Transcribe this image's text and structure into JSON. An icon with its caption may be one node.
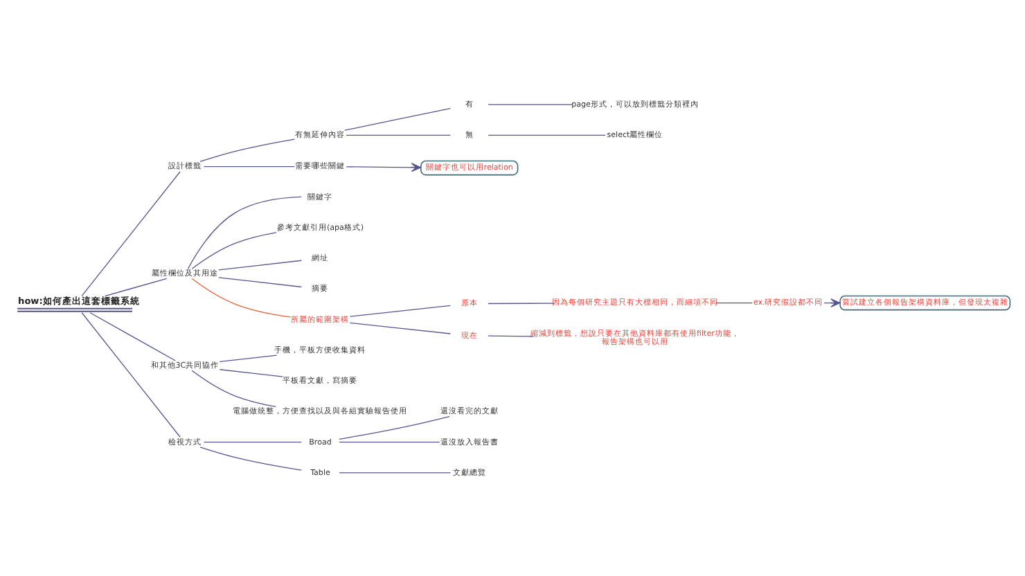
{
  "diagram": {
    "nodes": [
      {
        "text": [
          "設計標籤"
        ]
      },
      {
        "text": [
          "有無延伸內容"
        ]
      },
      {
        "text": [
          "有"
        ]
      },
      {
        "text": [
          "page形式，可以放到標籤分類裡內"
        ]
      },
      {
        "text": [
          "無"
        ]
      },
      {
        "text": [
          "select屬性欄位"
        ]
      },
      {
        "text": [
          "需要哪些關鍵"
        ]
      },
      {
        "text": [
          "關鍵字也可以用relation"
        ]
      },
      {
        "text": [
          "屬性欄位及其用途"
        ]
      },
      {
        "text": [
          "關鍵字"
        ]
      },
      {
        "text": [
          "參考文獻引用(apa格式)"
        ]
      },
      {
        "text": [
          "網址"
        ]
      },
      {
        "text": [
          "摘要"
        ]
      },
      {
        "text": [
          "所屬的範圍架構"
        ]
      },
      {
        "text": [
          "原本"
        ]
      },
      {
        "text": [
          "因為每個研究主題只有大標相同，而細項不同"
        ]
      },
      {
        "text": [
          "ex.研究假設都不同"
        ]
      },
      {
        "text": [
          "嘗試建立各個報告架構資料庫，但發現太複雜"
        ]
      },
      {
        "text": [
          "現在"
        ]
      },
      {
        "text": [
          "縮減到標籤，想說只要在其他資料庫都有使用filter功能，報告架構也可以用"
        ]
      },
      {
        "text": [
          "和其他3C共同協作"
        ]
      },
      {
        "text": [
          "手機，平板方便收集資料"
        ]
      },
      {
        "text": [
          "平板看文獻，寫摘要"
        ]
      },
      {
        "text": [
          "電腦做統整，方便查找以及與各組實驗報告使用"
        ]
      },
      {
        "text": [
          "檢視方式"
        ]
      },
      {
        "text": [
          "Broad"
        ]
      },
      {
        "text": [
          "還沒看完的文獻"
        ]
      },
      {
        "text": [
          "還沒放入報告書"
        ]
      },
      {
        "text": [
          "Table"
        ]
      },
      {
        "text": [
          "文獻總覽"
        ]
      },
      {
        "text": [
          "how:如何產出這套標籤系統"
        ]
      }
    ],
    "edges": [
      {
        "from": 30,
        "to": 0,
        "arrow": "none"
      },
      {
        "from": 0,
        "to": 1,
        "arrow": "none"
      },
      {
        "from": 1,
        "to": 2,
        "arrow": "none"
      },
      {
        "from": 2,
        "to": 3,
        "arrow": "none"
      },
      {
        "from": 1,
        "to": 4,
        "arrow": "none"
      },
      {
        "from": 4,
        "to": 5,
        "arrow": "none"
      },
      {
        "from": 0,
        "to": 6,
        "arrow": "none"
      },
      {
        "from": 6,
        "to": 7,
        "arrow": "to"
      },
      {
        "from": 30,
        "to": 8,
        "arrow": "none"
      },
      {
        "from": 8,
        "to": 9,
        "arrow": "none"
      },
      {
        "from": 8,
        "to": 10,
        "arrow": "none"
      },
      {
        "from": 8,
        "to": 11,
        "arrow": "none"
      },
      {
        "from": 8,
        "to": 12,
        "arrow": "none"
      },
      {
        "from": 8,
        "to": 13,
        "arrow": "none",
        "color": "#e8603c"
      },
      {
        "from": 13,
        "to": 14,
        "arrow": "none"
      },
      {
        "from": 14,
        "to": 15,
        "arrow": "none"
      },
      {
        "from": 15,
        "to": 16,
        "arrow": "none"
      },
      {
        "from": 16,
        "to": 17,
        "arrow": "to"
      },
      {
        "from": 13,
        "to": 18,
        "arrow": "none"
      },
      {
        "from": 18,
        "to": 19,
        "arrow": "none"
      },
      {
        "from": 30,
        "to": 20,
        "arrow": "none"
      },
      {
        "from": 20,
        "to": 21,
        "arrow": "none"
      },
      {
        "from": 20,
        "to": 22,
        "arrow": "none"
      },
      {
        "from": 20,
        "to": 23,
        "arrow": "none"
      },
      {
        "from": 30,
        "to": 24,
        "arrow": "none"
      },
      {
        "from": 24,
        "to": 25,
        "arrow": "none"
      },
      {
        "from": 25,
        "to": 26,
        "arrow": "none"
      },
      {
        "from": 25,
        "to": 27,
        "arrow": "none"
      },
      {
        "from": 24,
        "to": 28,
        "arrow": "none"
      },
      {
        "from": 28,
        "to": 29,
        "arrow": "none"
      }
    ]
  }
}
